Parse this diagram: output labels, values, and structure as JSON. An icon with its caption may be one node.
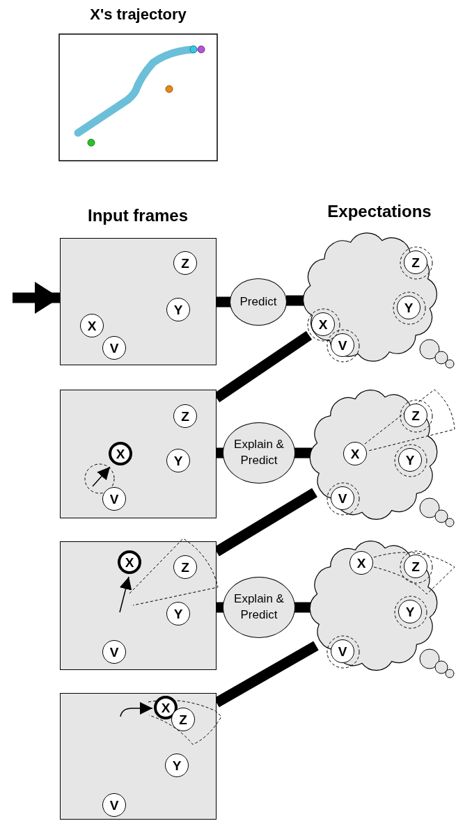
{
  "diagram": {
    "nodes": [
      {
        "text": [
          "X's trajectory"
        ]
      },
      {
        "text": [],
        "shape": "box"
      },
      {
        "text": [
          "Z"
        ],
        "in": 1
      },
      {
        "text": [
          "Y"
        ],
        "in": 1
      },
      {
        "text": [
          "X"
        ],
        "in": 1
      },
      {
        "text": [
          "V"
        ],
        "in": 1
      },
      {
        "text": [
          "Predict"
        ]
      },
      {
        "text": [],
        "shape": "cloud"
      },
      {
        "text": [
          "Z"
        ],
        "in": 7
      },
      {
        "text": [
          "Y"
        ],
        "in": 7
      },
      {
        "text": [
          "X"
        ],
        "in": 7
      },
      {
        "text": [
          "V"
        ],
        "in": 7
      },
      {
        "text": [],
        "shape": "box"
      },
      {
        "text": [
          "Z"
        ],
        "in": 12
      },
      {
        "text": [
          "X"
        ],
        "in": 12
      },
      {
        "text": [
          "Y"
        ],
        "in": 12
      },
      {
        "text": [
          "V"
        ],
        "in": 12
      },
      {
        "text": [
          "Explain & Predict"
        ]
      },
      {
        "text": [],
        "shape": "cloud"
      },
      {
        "text": [
          "Z"
        ],
        "in": 18
      },
      {
        "text": [
          "X"
        ],
        "in": 18
      },
      {
        "text": [
          "Y"
        ],
        "in": 18
      },
      {
        "text": [
          "V"
        ],
        "in": 18
      },
      {
        "text": [],
        "shape": "box"
      },
      {
        "text": [
          "X"
        ],
        "in": 23
      },
      {
        "text": [
          "Z"
        ],
        "in": 23
      },
      {
        "text": [
          "Y"
        ],
        "in": 23
      },
      {
        "text": [
          "V"
        ],
        "in": 23
      },
      {
        "text": [
          "Explain & Predict"
        ]
      },
      {
        "text": [],
        "shape": "cloud"
      },
      {
        "text": [
          "X"
        ],
        "in": 29
      },
      {
        "text": [
          "Z"
        ],
        "in": 29
      },
      {
        "text": [
          "Y"
        ],
        "in": 29
      },
      {
        "text": [
          "V"
        ],
        "in": 29
      },
      {
        "text": [],
        "shape": "box"
      },
      {
        "text": [
          "X"
        ],
        "in": 34
      },
      {
        "text": [
          "Z"
        ],
        "in": 34
      },
      {
        "text": [
          "Y"
        ],
        "in": 34
      },
      {
        "text": [
          "V"
        ],
        "in": 34
      }
    ],
    "edges": [
      {
        "from": null,
        "to": 1,
        "arrow": "to"
      },
      {
        "from": 1,
        "to": 6,
        "arrow": "none"
      },
      {
        "from": 6,
        "to": 7,
        "arrow": "none"
      },
      {
        "from": 7,
        "to": 12,
        "arrow": "none"
      },
      {
        "from": 12,
        "to": 17,
        "arrow": "none"
      },
      {
        "from": 17,
        "to": 18,
        "arrow": "none"
      },
      {
        "from": 18,
        "to": 23,
        "arrow": "none"
      },
      {
        "from": 23,
        "to": 28,
        "arrow": "none"
      },
      {
        "from": 28,
        "to": 29,
        "arrow": "none"
      },
      {
        "from": 29,
        "to": 34,
        "arrow": "none"
      }
    ],
    "labels": [
      "Input frames",
      "Expectations"
    ]
  }
}
